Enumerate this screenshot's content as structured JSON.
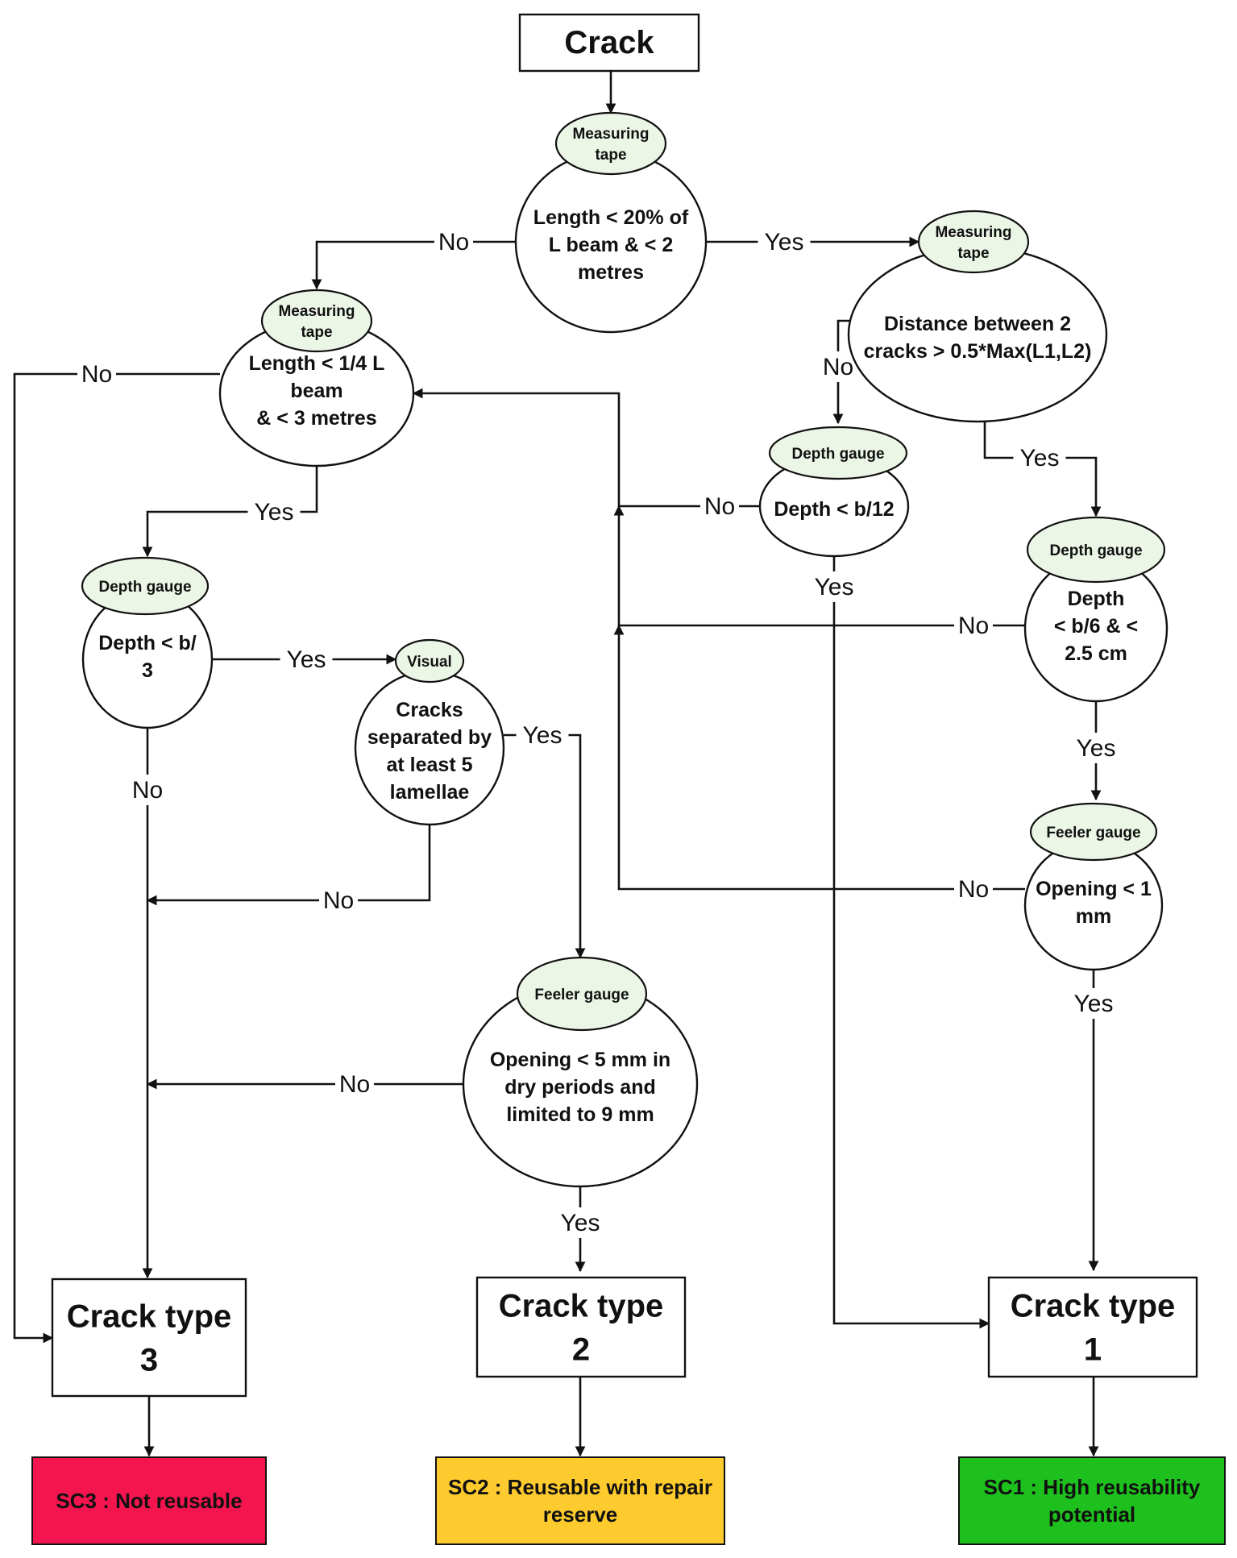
{
  "start": {
    "label": "Crack"
  },
  "decisions": [
    {
      "id": "d1",
      "tool": "Measuring tape",
      "condition": "Length < 20% of L beam & < 2 metres"
    },
    {
      "id": "d2",
      "tool": "Measuring tape",
      "condition": "Distance between 2 cracks > 0.5*Max(L1,L2)"
    },
    {
      "id": "d3",
      "tool": "Measuring tape",
      "condition": "Length < 1/4 L beam & < 3 metres"
    },
    {
      "id": "d4",
      "tool": "Depth gauge",
      "condition": "Depth < b/12"
    },
    {
      "id": "d5",
      "tool": "Depth gauge",
      "condition": "Depth < b/6 & < 2.5 cm"
    },
    {
      "id": "d6",
      "tool": "Depth gauge",
      "condition": "Depth < b/3"
    },
    {
      "id": "d7",
      "tool": "Visual",
      "condition": "Cracks separated by at least 5 lamellae"
    },
    {
      "id": "d8",
      "tool": "Feeler gauge",
      "condition": "Opening < 1 mm"
    },
    {
      "id": "d9",
      "tool": "Feeler gauge",
      "condition": "Opening < 5 mm in dry periods and limited to 9 mm"
    }
  ],
  "types": [
    {
      "id": "t3",
      "line1": "Crack type",
      "line2": "3"
    },
    {
      "id": "t2",
      "line1": "Crack type",
      "line2": "2"
    },
    {
      "id": "t1",
      "line1": "Crack type",
      "line2": "1"
    }
  ],
  "results": [
    {
      "id": "sc3",
      "text": "SC3 : Not reusable",
      "color": "#f4154f"
    },
    {
      "id": "sc2",
      "text": "SC2 : Reusable with repair reserve",
      "color": "#fecb2e"
    },
    {
      "id": "sc1",
      "text": "SC1 : High reusability potential",
      "color": "#1ec01e"
    }
  ],
  "edges": [
    {
      "id": "e1",
      "label": "No"
    },
    {
      "id": "e2",
      "label": "Yes"
    },
    {
      "id": "e3",
      "label": "No"
    },
    {
      "id": "e4",
      "label": "Yes"
    },
    {
      "id": "e5",
      "label": "No"
    },
    {
      "id": "e6",
      "label": "Yes"
    },
    {
      "id": "e7",
      "label": "No"
    },
    {
      "id": "e8",
      "label": "Yes"
    },
    {
      "id": "e9",
      "label": "No"
    },
    {
      "id": "e10",
      "label": "Yes"
    },
    {
      "id": "e11",
      "label": "No"
    },
    {
      "id": "e12",
      "label": "Yes"
    },
    {
      "id": "e13",
      "label": "No"
    },
    {
      "id": "e14",
      "label": "Yes"
    },
    {
      "id": "e15",
      "label": "No"
    },
    {
      "id": "e16",
      "label": "Yes"
    },
    {
      "id": "e17",
      "label": "No"
    },
    {
      "id": "e18",
      "label": "Yes"
    }
  ]
}
